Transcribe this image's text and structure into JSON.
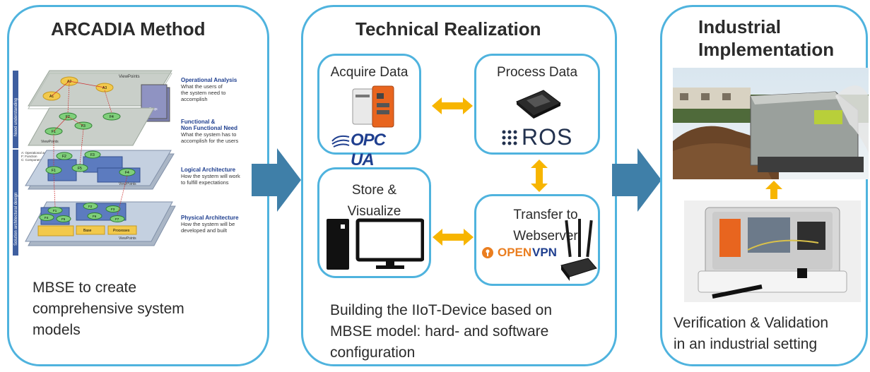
{
  "arcadia": {
    "title": "ARCADIA Method",
    "caption_lines": [
      "MBSE to create",
      "comprehensive system",
      "models"
    ],
    "diagram": {
      "viewpoints_label": "ViewPoints",
      "reqs_label": "Reqs",
      "need_understanding": "Need understanding",
      "solution_design": "Solution architectural design",
      "legend_lines": [
        "A: Operational activity",
        "F: Function",
        "C: Component"
      ],
      "layers": [
        {
          "heading_lines": [
            "Operational Analysis"
          ],
          "desc_lines": [
            "What the users of",
            "the system need to",
            "accomplish"
          ]
        },
        {
          "heading_lines": [
            "Functional &",
            "Non Functional Need"
          ],
          "desc_lines": [
            "What the system has to",
            "accomplish for the users"
          ]
        },
        {
          "heading_lines": [
            "Logical Architecture"
          ],
          "desc_lines": [
            "How the system will work",
            "to fulfill expectations"
          ]
        },
        {
          "heading_lines": [
            "Physical Architecture"
          ],
          "desc_lines": [
            "How the system will be",
            "developed and built"
          ]
        }
      ],
      "nodes_op": [
        "A1",
        "A2",
        "A3"
      ],
      "nodes_fn": [
        "F1",
        "F2",
        "F3",
        "F4"
      ],
      "nodes_log": [
        "F1",
        "F2",
        "F3",
        "F4",
        "F5"
      ],
      "nodes_phys": [
        "F1",
        "F2",
        "F3",
        "F4",
        "F5",
        "F6",
        "F7"
      ],
      "phys_components": [
        "Base",
        "Processes"
      ]
    }
  },
  "technical": {
    "title": "Technical Realization",
    "caption_lines": [
      "Building the IIoT-Device based on",
      "MBSE model: hard- and software",
      "configuration"
    ],
    "acquire": {
      "title": "Acquire Data",
      "logo": "OPC UA"
    },
    "process": {
      "title": "Process Data",
      "logo": "ROS"
    },
    "store": {
      "title_lines": [
        "Store &",
        "Visualize"
      ]
    },
    "transfer": {
      "title_lines": [
        "Transfer to",
        "Webserver"
      ],
      "logo_a": "OPEN",
      "logo_b": "VPN"
    }
  },
  "industrial": {
    "title_lines": [
      "Industrial",
      "Implementation"
    ],
    "caption_lines": [
      "Verification & Validation",
      "in an industrial setting"
    ]
  },
  "colors": {
    "panel_border": "#4fb3de",
    "flow_arrow": "#3f7fa8",
    "yellow_arrow": "#f7b500",
    "opcua_blue": "#1f3f8f",
    "ros_blue": "#22314e",
    "openvpn_orange": "#ea7e20"
  }
}
